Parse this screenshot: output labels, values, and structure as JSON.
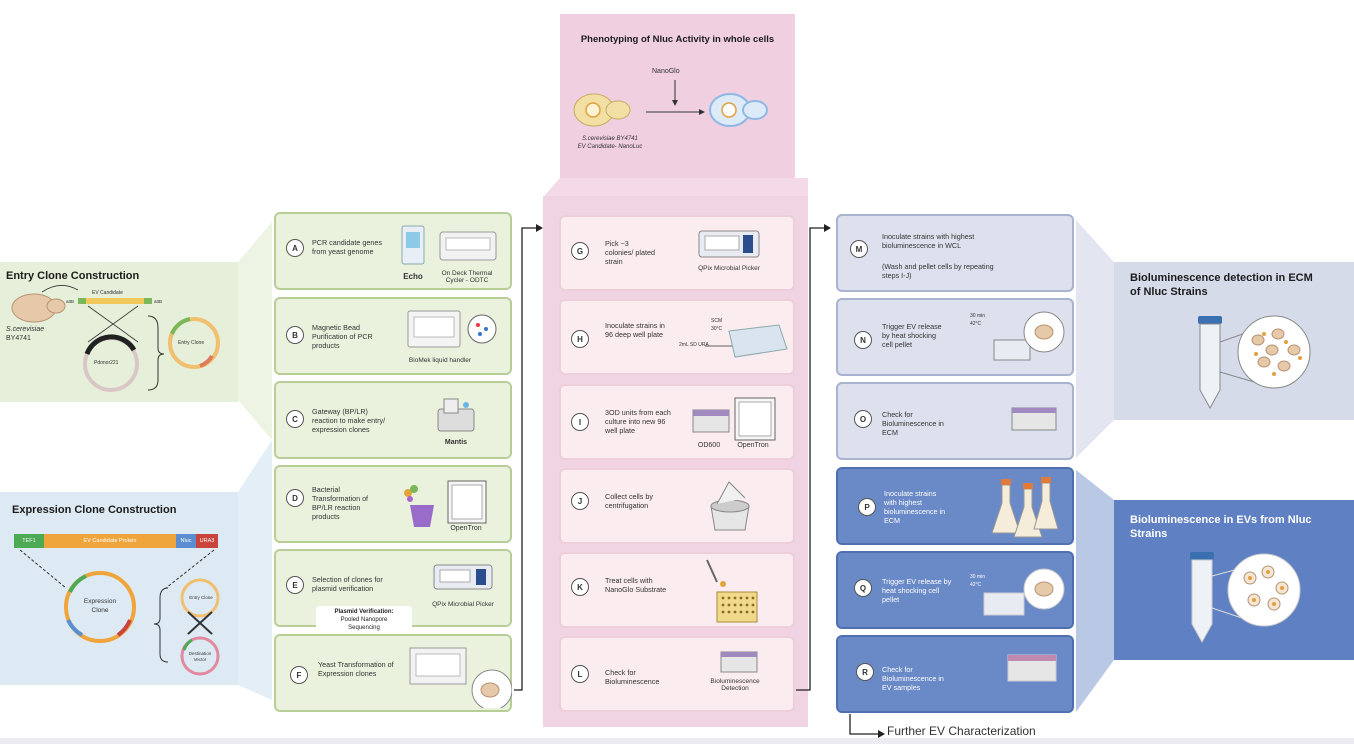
{
  "phenotyping": {
    "title": "Phenotyping of Nluc Activity in whole cells",
    "reagent": "NanoGlo",
    "strain_line1": "S.cerevisiae BY4741",
    "strain_line2": "EV Candidate- NanoLuc"
  },
  "entry_clone": {
    "title": "Entry Clone Construction",
    "strain_line1": "S.cerevisiae",
    "strain_line2": "BY4741",
    "ev_candidate": "EV Candidate",
    "attB": "attB",
    "attB2": "attB",
    "plasmid": "Pdonor221",
    "entry_clone_label": "Entry Clone"
  },
  "expression_clone": {
    "title": "Expression Clone Construction",
    "segments": [
      "TEF1",
      "EV Candidate Protein",
      "Nluc",
      "URA3"
    ],
    "circle_label_1": "Expression",
    "circle_label_2": "Clone",
    "entry_clone_label": "Entry Clone",
    "dest_label_1": "Destination",
    "dest_label_2": "Vector"
  },
  "col1": [
    {
      "letter": "A",
      "text": "PCR candidate genes from yeast genome",
      "equip": [
        "Echo",
        "On Deck Thermal Cycler - ODTC"
      ]
    },
    {
      "letter": "B",
      "text": "Magnetic Bead Purification of PCR products",
      "equip": [
        "BioMek liquid handler"
      ]
    },
    {
      "letter": "C",
      "text": "Gateway (BP/LR) reaction to make entry/ expression clones",
      "equip": [
        "Mantis"
      ]
    },
    {
      "letter": "D",
      "text": "Bacterial Transformation of BP/LR reaction products",
      "equip": [
        "OpenTron"
      ]
    },
    {
      "letter": "E",
      "text": "Selection of clones for plasmid verification",
      "equip": [
        "QPix Microbial Picker"
      ]
    },
    {
      "letter": "F",
      "text": "Yeast Transformation of Expression clones",
      "equip": []
    }
  ],
  "plasmid_verification": {
    "title": "Plasmid Verification:",
    "line1": "Pooled Nanopore",
    "line2": "Sequencing"
  },
  "col2": [
    {
      "letter": "G",
      "text": "Pick ~3 colonies/ plated strain",
      "equip": [
        "QPix Microbial Picker"
      ]
    },
    {
      "letter": "H",
      "text": "Inoculate strains in 96 deep well plate",
      "equip": [
        "SCM",
        "30°C",
        "2mL SD URA"
      ]
    },
    {
      "letter": "I",
      "text": "3OD units from each culture into new 96 well plate",
      "equip": [
        "OD600",
        "OpenTron"
      ]
    },
    {
      "letter": "J",
      "text": "Collect cells by centrifugation",
      "equip": []
    },
    {
      "letter": "K",
      "text": "Treat cells with NanoGlo Substrate",
      "equip": []
    },
    {
      "letter": "L",
      "text": "Check for Bioluminescence",
      "equip": [
        "Bioluminescence Detection"
      ]
    }
  ],
  "col3": [
    {
      "letter": "M",
      "text": "Inoculate strains with highest bioluminescence in WCL",
      "text2": "(Wash and pellet cells by repeating steps I-J)"
    },
    {
      "letter": "N",
      "text": "Trigger EV release by heat shocking cell pellet",
      "equip": [
        "30 min",
        "42°C"
      ]
    },
    {
      "letter": "O",
      "text": "Check for Bioluminescence in ECM"
    },
    {
      "letter": "P",
      "text": "Inoculate strains with highest bioluminescence in ECM"
    },
    {
      "letter": "Q",
      "text": "Trigger EV release by heat shocking cell pellet",
      "equip": [
        "30 min",
        "42°C"
      ]
    },
    {
      "letter": "R",
      "text": "Check for Bioluminescence in EV samples"
    }
  ],
  "right_top": {
    "title_line1": "Bioluminescence detection in ECM",
    "title_line2": "of Nluc Strains"
  },
  "right_bottom": {
    "title_line1": "Bioluminescence in EVs from Nluc",
    "title_line2": "Strains"
  },
  "further": "Further EV Characterization",
  "colors": {
    "green_panel": "#e6efd9",
    "blue_panel": "#dde9f3",
    "pink_panel": "#efcfe0",
    "lavender": "#d6dbea",
    "blue_step": "#6a89c7",
    "blue_right": "#5f80c3"
  }
}
